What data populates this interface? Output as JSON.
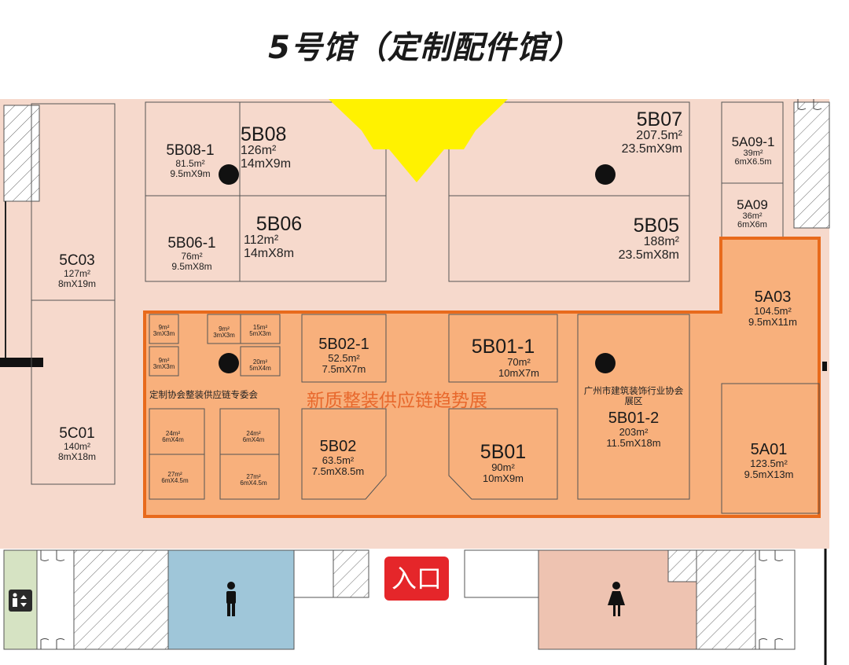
{
  "title": "5号馆（定制配件馆）",
  "zone_title": "新质整装供应链趋势展",
  "entrance": "入口",
  "booths": {
    "b5B08_1": {
      "code": "5B08-1",
      "area": "81.5m²",
      "dim": "9.5mX9m"
    },
    "b5B08": {
      "code": "5B08",
      "area": "126m²",
      "dim": "14mX9m"
    },
    "b5B07": {
      "code": "5B07",
      "area": "207.5m²",
      "dim": "23.5mX9m"
    },
    "b5A09_1": {
      "code": "5A09-1",
      "area": "39m²",
      "dim": "6mX6.5m"
    },
    "b5A09": {
      "code": "5A09",
      "area": "36m²",
      "dim": "6mX6m"
    },
    "b5B06_1": {
      "code": "5B06-1",
      "area": "76m²",
      "dim": "9.5mX8m"
    },
    "b5B06": {
      "code": "5B06",
      "area": "112m²",
      "dim": "14mX8m"
    },
    "b5B05": {
      "code": "5B05",
      "area": "188m²",
      "dim": "23.5mX8m"
    },
    "b5C03": {
      "code": "5C03",
      "area": "127m²",
      "dim": "8mX19m"
    },
    "b5C01": {
      "code": "5C01",
      "area": "140m²",
      "dim": "8mX18m"
    },
    "b5A03": {
      "code": "5A03",
      "area": "104.5m²",
      "dim": "9.5mX11m"
    },
    "b5A01": {
      "code": "5A01",
      "area": "123.5m²",
      "dim": "9.5mX13m"
    },
    "b5B02_1": {
      "code": "5B02-1",
      "area": "52.5m²",
      "dim": "7.5mX7m"
    },
    "b5B02": {
      "code": "5B02",
      "area": "63.5m²",
      "dim": "7.5mX8.5m"
    },
    "b5B01_1": {
      "code": "5B01-1",
      "area": "70m²",
      "dim": "10mX7m"
    },
    "b5B01": {
      "code": "5B01",
      "area": "90m²",
      "dim": "10mX9m"
    },
    "b5B01_2": {
      "code": "5B01-2",
      "area": "203m²",
      "dim": "11.5mX18m"
    }
  },
  "small": {
    "s1": {
      "area": "9m²",
      "dim": "3mX3m"
    },
    "s2": {
      "area": "9m²",
      "dim": "3mX3m"
    },
    "s3": {
      "area": "9m²",
      "dim": "3mX3m"
    },
    "s4": {
      "area": "15m²",
      "dim": "5mX3m"
    },
    "s5": {
      "area": "20m²",
      "dim": "5mX4m"
    },
    "s6": {
      "area": "24m²",
      "dim": "6mX4m"
    },
    "s7": {
      "area": "24m²",
      "dim": "6mX4m"
    },
    "s8": {
      "area": "27m²",
      "dim": "6mX4.5m"
    },
    "s9": {
      "area": "27m²",
      "dim": "6mX4.5m"
    }
  },
  "assoc1": "定制协会整装供应链专委会",
  "assoc2_line1": "广州市建筑装饰行业协会",
  "assoc2_line2": "展区",
  "colors": {
    "hall": "#f6d9cc",
    "zone": "#f8b07c",
    "zone_border": "#e86a1c",
    "arrow": "#fff200",
    "entrance": "#e5262a",
    "restroom_male": "#9fc6d9",
    "restroom_female": "#eec3b1",
    "elevator": "#d6e3c3"
  },
  "icons": [
    "arrow-down-icon",
    "male-restroom-icon",
    "female-restroom-icon",
    "elevator-icon"
  ]
}
